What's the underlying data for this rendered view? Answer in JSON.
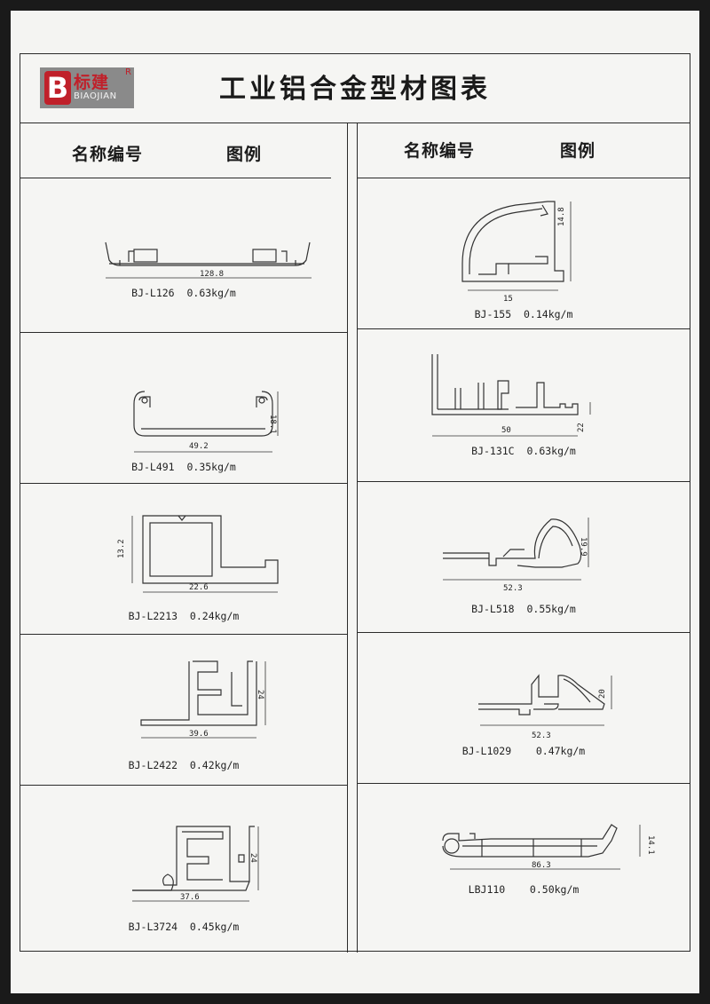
{
  "logo": {
    "mark": "B",
    "name": "标建",
    "sub": "BIAOJIAN",
    "registered": "R"
  },
  "title": "工业铝合金型材图表",
  "headers": {
    "left": {
      "name_col": "名称编号",
      "figure_col": "图例"
    },
    "right": {
      "name_col": "名称编号",
      "figure_col": "图例"
    }
  },
  "left_items": [
    {
      "code": "BJ-L126",
      "weight": "0.63kg/m",
      "dims": [
        "128.8"
      ],
      "icon": "wide-channel-profile-icon"
    },
    {
      "code": "BJ-L491",
      "weight": "0.35kg/m",
      "dims": [
        "49.2",
        "18.1"
      ],
      "icon": "c-channel-profile-icon"
    },
    {
      "code": "BJ-L2213",
      "weight": "0.24kg/m",
      "dims": [
        "22.6",
        "13.2"
      ],
      "icon": "box-flange-profile-icon"
    },
    {
      "code": "BJ-L2422",
      "weight": "0.42kg/m",
      "dims": [
        "39.6",
        "24"
      ],
      "icon": "f-slot-profile-icon"
    },
    {
      "code": "BJ-L3724",
      "weight": "0.45kg/m",
      "dims": [
        "37.6",
        "24"
      ],
      "icon": "f-hook-profile-icon"
    }
  ],
  "right_items": [
    {
      "code": "BJ-155",
      "weight": "0.14kg/m",
      "dims": [
        "15",
        "14.8"
      ],
      "icon": "quarter-round-profile-icon"
    },
    {
      "code": "BJ-131C",
      "weight": "0.63kg/m",
      "dims": [
        "50",
        "22"
      ],
      "icon": "multi-slot-profile-icon"
    },
    {
      "code": "BJ-L518",
      "weight": "0.55kg/m",
      "dims": [
        "52.3",
        "19.9"
      ],
      "icon": "curved-lip-profile-icon"
    },
    {
      "code": "BJ-L1029",
      "weight": "0.47kg/m",
      "dims": [
        "52.3",
        "20"
      ],
      "icon": "hook-rail-profile-icon"
    },
    {
      "code": "LBJ110",
      "weight": "0.50kg/m",
      "dims": [
        "86.3",
        "14.1"
      ],
      "icon": "flat-handle-profile-icon"
    }
  ]
}
